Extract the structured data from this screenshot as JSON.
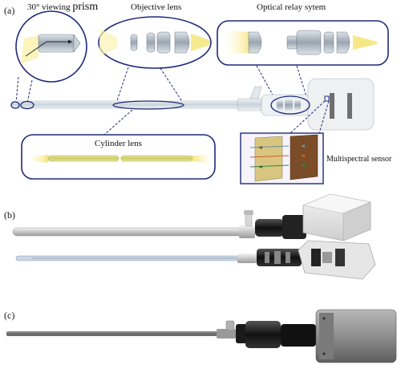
{
  "panels": {
    "a": "(a)",
    "b": "(b)",
    "c": "(c)"
  },
  "labels": {
    "prism_prefix": "30° viewing ",
    "prism_word": "prism",
    "objective": "Objective lens",
    "relay": "Optical relay sytem",
    "cylinder": "Cylinder lens",
    "sensor": "Multispectral sensor"
  },
  "colors": {
    "outline": "#1f2a7a",
    "light": "#f3e58a",
    "lens": "#b8c2cc",
    "sensor_yellow": "#d6c27a",
    "sensor_brown": "#7a4a24"
  }
}
